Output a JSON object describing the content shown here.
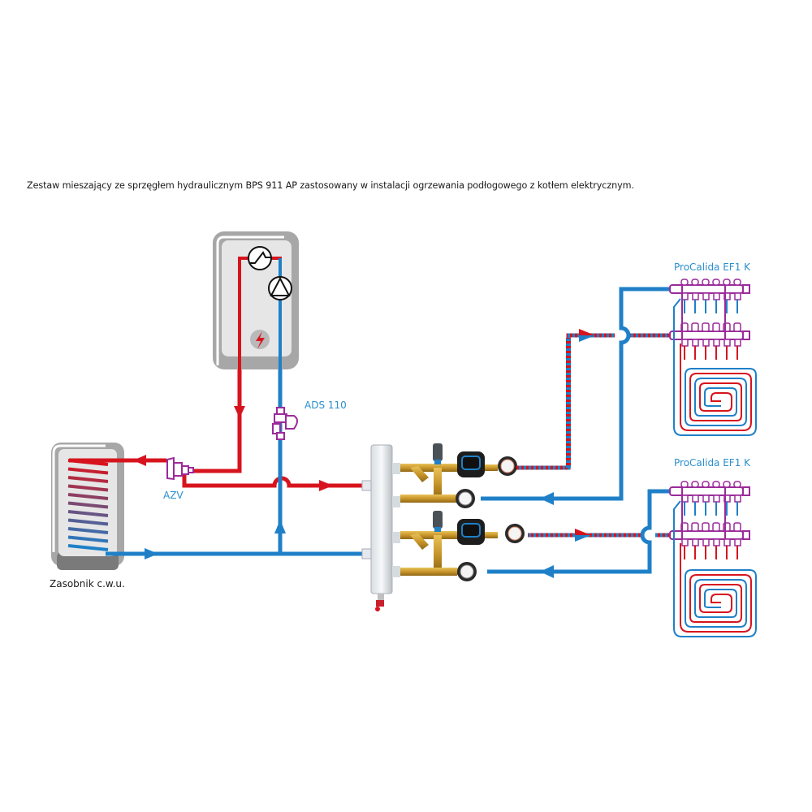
{
  "caption": "Zestaw mieszający ze sprzęgłem hydraulicznym BPS 911 AP zastosowany w instalacji ogrzewania podłogowego z kotłem elektrycznym.",
  "labels": {
    "tank": "Zasobnik c.w.u.",
    "azv": "AZV",
    "ads": "ADS 110",
    "manifold_top": "ProCalida EF1 K",
    "manifold_bottom": "ProCalida EF1 K"
  },
  "colors": {
    "supply": "#d7141e",
    "return": "#1f80c8",
    "fitting": "#9b2a9b",
    "casing": "#a7a7a7",
    "casing_inner": "#e6e6e6",
    "brass": "#c9a227"
  },
  "components": {
    "boiler": {
      "type": "electric-boiler",
      "symbols": [
        "heat-exchanger-icon",
        "pump-icon",
        "lightning-icon"
      ]
    },
    "tank": {
      "type": "hot-water-tank",
      "coil_turns": 11
    },
    "hydraulic_separator": {
      "type": "hydraulic-coupler",
      "outlets": 4
    },
    "mixing_groups": 2,
    "manifolds": [
      {
        "circuits": 6
      },
      {
        "circuits": 6
      }
    ]
  }
}
